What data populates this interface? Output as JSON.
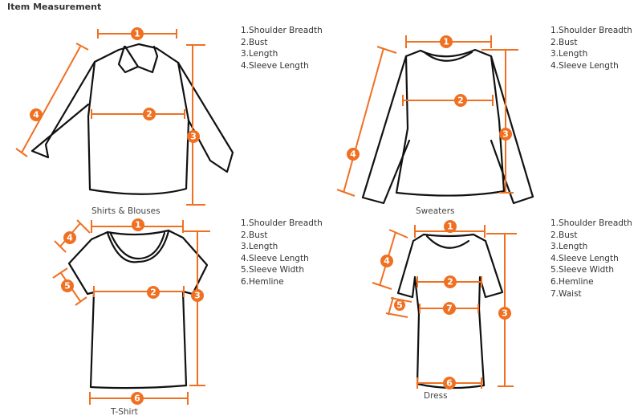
{
  "title": "Item Measurement",
  "colors": {
    "accent": "#F07022",
    "outline": "#111111",
    "text": "#333333"
  },
  "panels": [
    {
      "caption": "Shirts & Blouses",
      "legend": [
        "1.Shoulder Breadth",
        "2.Bust",
        "3.Length",
        "4.Sleeve Length"
      ],
      "badges": [
        "1",
        "2",
        "3",
        "4"
      ]
    },
    {
      "caption": "Sweaters",
      "legend": [
        "1.Shoulder Breadth",
        "2.Bust",
        "3.Length",
        "4.Sleeve Length"
      ],
      "badges": [
        "1",
        "2",
        "3",
        "4"
      ]
    },
    {
      "caption": "T-Shirt",
      "legend": [
        "1.Shoulder Breadth",
        "2.Bust",
        "3.Length",
        "4.Sleeve Length",
        "5.Sleeve Width",
        "6.Hemline"
      ],
      "badges": [
        "1",
        "2",
        "3",
        "4",
        "5",
        "6"
      ]
    },
    {
      "caption": "Dress",
      "legend": [
        "1.Shoulder Breadth",
        "2.Bust",
        "3.Length",
        "4.Sleeve Length",
        "5.Sleeve Width",
        "6.Hemline",
        "7.Waist"
      ],
      "badges": [
        "1",
        "2",
        "3",
        "4",
        "5",
        "6",
        "7"
      ]
    }
  ]
}
